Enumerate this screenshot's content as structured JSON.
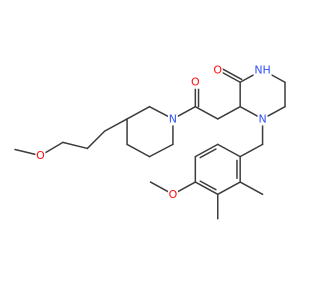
{
  "colors": {
    "bond": "#3c3c3c",
    "carbon": "#3c3c3c",
    "oxygen": "#ff0d0d",
    "nitrogen": "#3050f8",
    "background": "#ffffff"
  },
  "atoms": [
    {
      "id": "O_methoxyL",
      "label": "O",
      "color": "oxygen"
    },
    {
      "id": "O_ketone",
      "label": "O",
      "color": "oxygen"
    },
    {
      "id": "O_lactam",
      "label": "O",
      "color": "oxygen"
    },
    {
      "id": "N_pip",
      "label": "N",
      "color": "nitrogen"
    },
    {
      "id": "NH",
      "label": "NH",
      "color": "nitrogen"
    },
    {
      "id": "N_pz",
      "label": "N",
      "color": "nitrogen"
    },
    {
      "id": "O_methoxyR",
      "label": "O",
      "color": "oxygen"
    }
  ]
}
